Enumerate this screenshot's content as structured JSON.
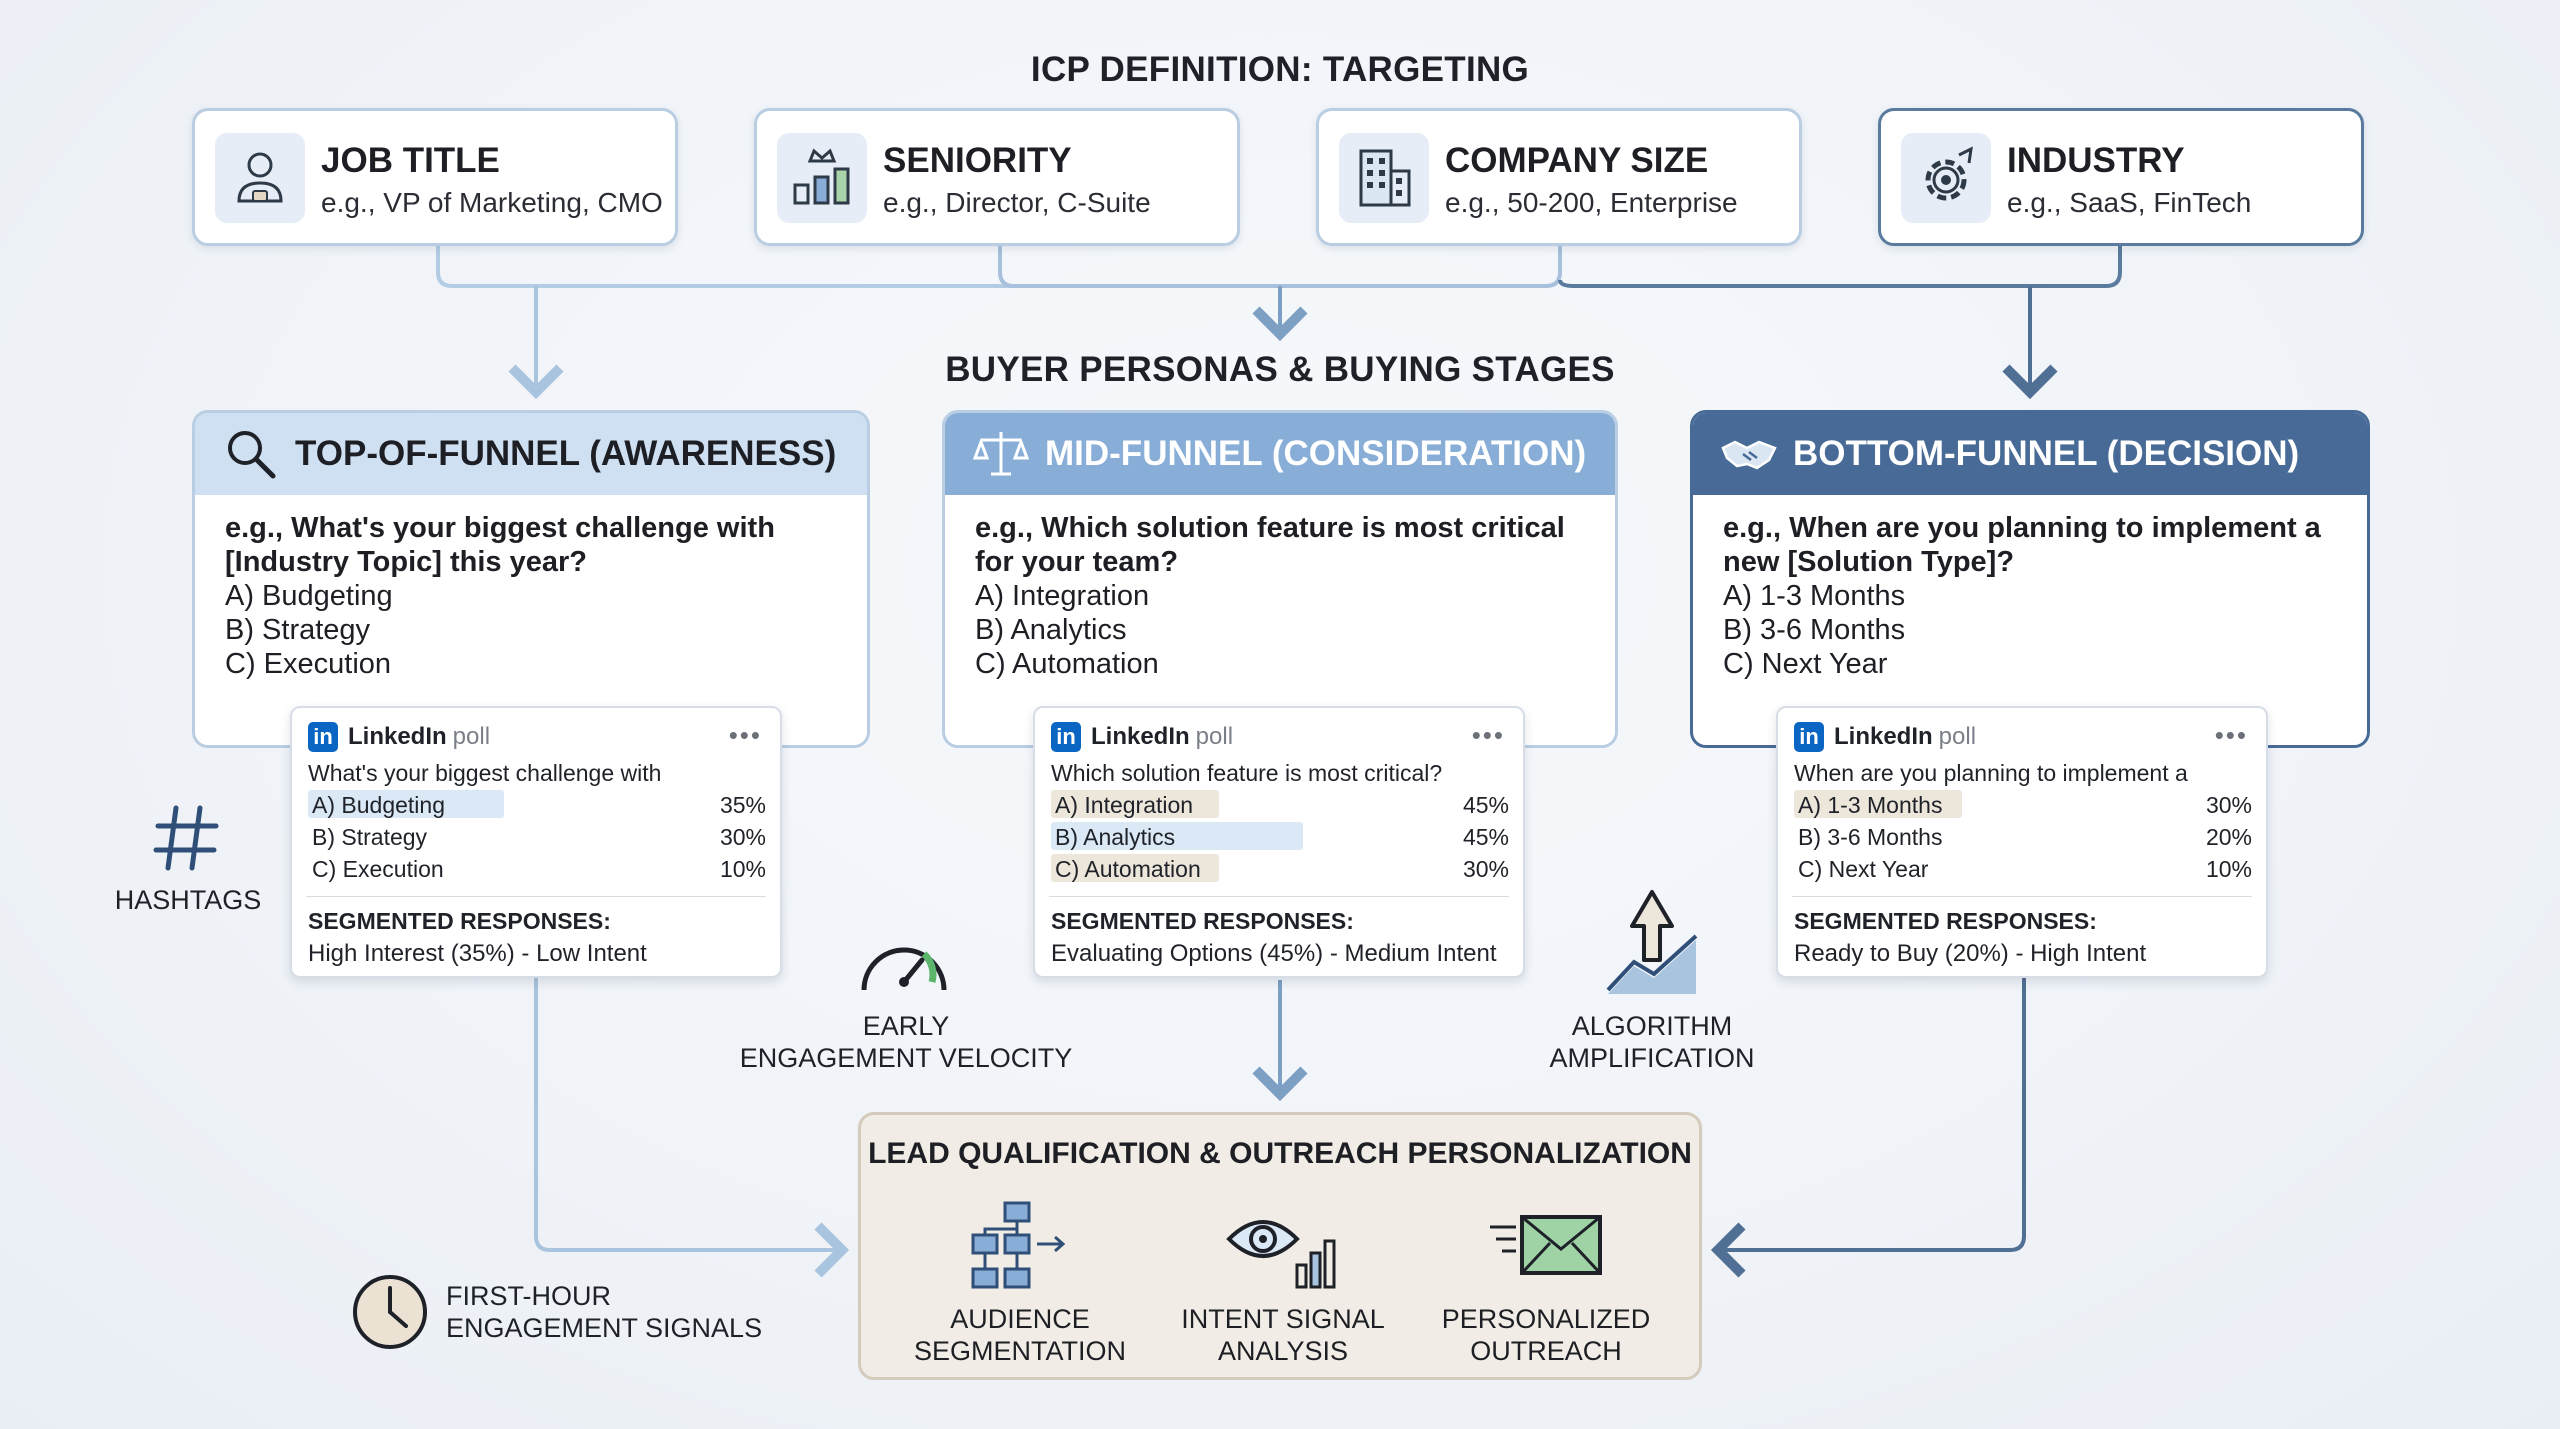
{
  "icp": {
    "title": "ICP DEFINITION: TARGETING",
    "cards": [
      {
        "title": "JOB TITLE",
        "sub": "e.g., VP of Marketing, CMO",
        "icon": "person-icon"
      },
      {
        "title": "SENIORITY",
        "sub": "e.g., Director, C-Suite",
        "icon": "crown-bars-icon"
      },
      {
        "title": "COMPANY SIZE",
        "sub": "e.g., 50-200, Enterprise",
        "icon": "building-icon"
      },
      {
        "title": "INDUSTRY",
        "sub": "e.g., SaaS, FinTech",
        "icon": "gear-icon"
      }
    ]
  },
  "personas_title": "BUYER PERSONAS & BUYING STAGES",
  "funnels": [
    {
      "title": "TOP-OF-FUNNEL (AWARENESS)",
      "q1": "e.g., What's your biggest challenge with",
      "q2": "[Industry Topic] this year?",
      "opts": [
        "A) Budgeting",
        "B) Strategy",
        "C) Execution"
      ]
    },
    {
      "title": "MID-FUNNEL (CONSIDERATION)",
      "q1": "e.g., Which solution feature is most critical",
      "q2": "for your team?",
      "opts": [
        "A) Integration",
        "B) Analytics",
        "C) Automation"
      ]
    },
    {
      "title": "BOTTOM-FUNNEL (DECISION)",
      "q1": "e.g., When are you planning to implement a",
      "q2": "new [Solution Type]?",
      "opts": [
        "A) 1-3 Months",
        "B) 3-6 Months",
        "C) Next Year"
      ]
    }
  ],
  "polls": [
    {
      "brand": "LinkedIn",
      "kind": "poll",
      "dots": "•••",
      "question": "What's your biggest challenge with",
      "options": [
        {
          "label": "A) Budgeting",
          "pct": "35%",
          "fill": 0.35
        },
        {
          "label": "B) Strategy",
          "pct": "30%",
          "fill": 0
        },
        {
          "label": "C) Execution",
          "pct": "10%",
          "fill": 0
        }
      ],
      "seg_label": "SEGMENTED RESPONSES:",
      "result": "High Interest (35%) - Low Intent"
    },
    {
      "brand": "LinkedIn",
      "kind": "poll",
      "dots": "•••",
      "question": "Which solution feature is most critical?",
      "options": [
        {
          "label": "A) Integration",
          "pct": "45%",
          "fill": 0.3
        },
        {
          "label": "B) Analytics",
          "pct": "45%",
          "fill": 0.45
        },
        {
          "label": "C) Automation",
          "pct": "30%",
          "fill": 0.3
        }
      ],
      "seg_label": "SEGMENTED RESPONSES:",
      "result": "Evaluating Options (45%) - Medium Intent"
    },
    {
      "brand": "LinkedIn",
      "kind": "poll",
      "dots": "•••",
      "question": "When are you planning to implement a",
      "options": [
        {
          "label": "A) 1-3 Months",
          "pct": "30%",
          "fill": 0.3
        },
        {
          "label": "B) 3-6 Months",
          "pct": "20%",
          "fill": 0
        },
        {
          "label": "C) Next Year",
          "pct": "10%",
          "fill": 0
        }
      ],
      "seg_label": "SEGMENTED RESPONSES:",
      "result": "Ready to Buy (20%) - High Intent"
    }
  ],
  "signals": {
    "hashtags": "HASHTAGS",
    "velocity_1": "EARLY",
    "velocity_2": "ENGAGEMENT VELOCITY",
    "algo_1": "ALGORITHM",
    "algo_2": "AMPLIFICATION",
    "first_1": "FIRST-HOUR",
    "first_2": "ENGAGEMENT SIGNALS"
  },
  "lead": {
    "title": "LEAD QUALIFICATION & OUTREACH PERSONALIZATION",
    "items": [
      {
        "l1": "AUDIENCE",
        "l2": "SEGMENTATION"
      },
      {
        "l1": "INTENT SIGNAL",
        "l2": "ANALYSIS"
      },
      {
        "l1": "PERSONALIZED",
        "l2": "OUTREACH"
      }
    ]
  },
  "colors": {
    "top_head": "#cfe0f2",
    "mid_head": "#88aed8",
    "bottom_head": "#476b96",
    "connector_light": "#a9c4df",
    "connector_dark": "#4f6f94",
    "linkedin": "#0a66c2"
  }
}
